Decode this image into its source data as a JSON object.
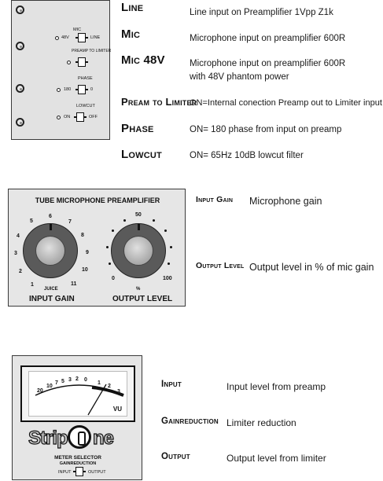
{
  "section1": {
    "panel": {
      "mic_line_switch": {
        "top": "MIC",
        "left": "48V",
        "right": "LINE"
      },
      "preamp_switch_label": "PREAMP TO LIMITER",
      "phase_switch": {
        "title": "PHASE",
        "left": "180",
        "right": "0"
      },
      "lowcut_switch": {
        "title": "LOWCUT",
        "left": "ON",
        "right": "OFF"
      }
    },
    "items": [
      {
        "label": "Line",
        "description": "Line input on Preamplifier 1Vpp Z1k"
      },
      {
        "label": "Mic",
        "description": "Microphone input on preamplifier 600R"
      },
      {
        "label": "Mic 48V",
        "description": "Microphone input on preamplifier 600R",
        "description2": "with 48V phantom power"
      },
      {
        "label": "Pream to Limiter",
        "description": "ON=Internal conection Preamp out to Limiter input"
      },
      {
        "label": "Phase",
        "description": "ON= 180 phase from input on preamp"
      },
      {
        "label": "Lowcut",
        "description": "ON= 65Hz 10dB lowcut filter"
      }
    ]
  },
  "section2": {
    "panel": {
      "title": "TUBE MICROPHONE PREAMPLIFIER",
      "input_knob": {
        "label": "INPUT GAIN",
        "sub": "JUICE",
        "scale": [
          "1",
          "2",
          "3",
          "4",
          "5",
          "6",
          "7",
          "8",
          "9",
          "10",
          "11"
        ]
      },
      "output_knob": {
        "label": "OUTPUT LEVEL",
        "unit": "%",
        "scale": [
          "0",
          "50",
          "100"
        ]
      }
    },
    "items": [
      {
        "label": "Input Gain",
        "description": "Microphone gain"
      },
      {
        "label": "Output Level",
        "description": "Output level in % of mic gain"
      }
    ]
  },
  "section3": {
    "panel": {
      "meter_scale": [
        "20",
        "10",
        "7",
        "5",
        "3",
        "2",
        "0",
        "1",
        "2",
        "3"
      ],
      "meter_brand": "VU",
      "brand_left": "Strip",
      "brand_right": "ne",
      "selector_title": "METER SELECTOR",
      "selector_sub": "GAINREDUCTION",
      "selector_left": "INPUT",
      "selector_right": "OUTPUT"
    },
    "items": [
      {
        "label": "Input",
        "description": "Input level from preamp"
      },
      {
        "label": "Gainreduction",
        "description": "Limiter reduction"
      },
      {
        "label": "Output",
        "description": "Output level from limiter"
      }
    ]
  }
}
